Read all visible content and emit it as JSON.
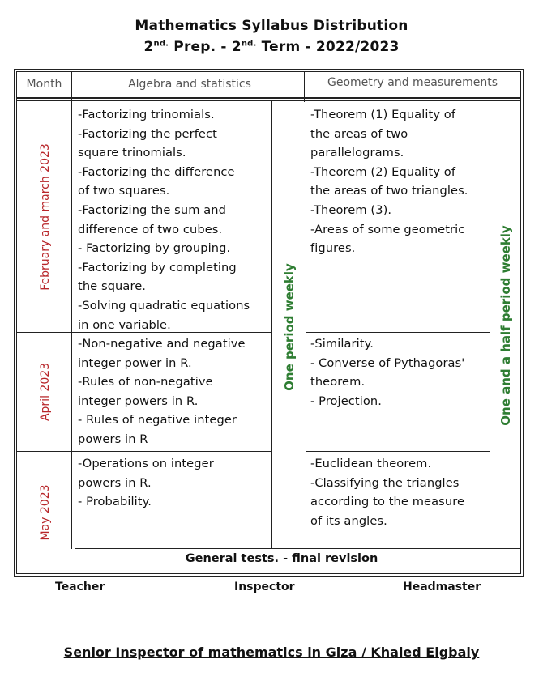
{
  "title": {
    "line1": "Mathematics Syllabus Distribution",
    "line2_part1": "2",
    "line2_sup1": "nd.",
    "line2_part2": " Prep. - 2",
    "line2_sup2": "nd.",
    "line2_part3": " Term - 2022/2023"
  },
  "headers": {
    "month": "Month",
    "algebra": "Algebra and statistics",
    "geometry": "Geometry and measurements"
  },
  "months": [
    "February and march 2023",
    "April 2023",
    "May 2023"
  ],
  "algebra_rows": [
    [
      "-Factorizing trinomials.",
      "-Factorizing the perfect",
      "square trinomials.",
      "-Factorizing the difference",
      "of two squares.",
      "-Factorizing the sum and",
      "difference of two cubes.",
      "- Factorizing by grouping.",
      "-Factorizing by completing",
      "the square.",
      "-Solving quadratic equations",
      "in one variable."
    ],
    [
      "-Non-negative and negative",
      "integer power in R.",
      "-Rules of non-negative",
      "integer powers in R.",
      "- Rules of negative integer",
      "powers in R"
    ],
    [
      "-Operations on integer",
      "powers in R.",
      "- Probability."
    ]
  ],
  "geometry_rows": [
    [
      "-Theorem (1) Equality of",
      "the areas of two",
      "parallelograms.",
      "-Theorem (2) Equality of",
      "the areas of two triangles.",
      "-Theorem (3).",
      "-Areas of some geometric",
      "figures."
    ],
    [
      "-Similarity.",
      "- Converse of Pythagoras'",
      "theorem.",
      "- Projection."
    ],
    [
      "-Euclidean theorem.",
      "-Classifying the triangles",
      "according to the measure",
      "of its angles."
    ]
  ],
  "algebra_period": "One period weekly",
  "geometry_period": "One and a half period weekly",
  "general_tests": "General tests.  - final revision",
  "signatures": {
    "teacher": "Teacher",
    "inspector": "Inspector",
    "headmaster": "Headmaster"
  },
  "senior_inspector": "Senior Inspector of mathematics in Giza / Khaled Elgbaly",
  "colors": {
    "month_text": "#b8262a",
    "period_text": "#2e7d32",
    "border": "#222222"
  }
}
